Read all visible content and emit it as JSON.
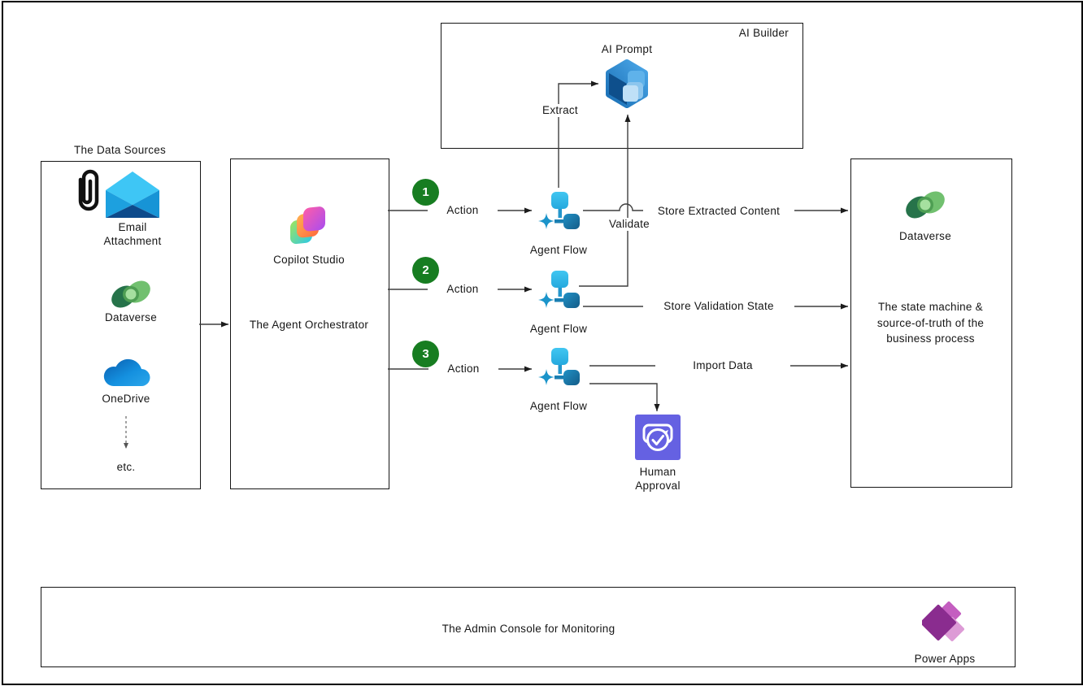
{
  "diagram": {
    "data_sources": {
      "title": "The Data Sources",
      "email": {
        "label": "Email Attachment"
      },
      "dataverse": {
        "label": "Dataverse"
      },
      "onedrive": {
        "label": "OneDrive"
      },
      "etc_label": "etc."
    },
    "copilot": {
      "product": "Copilot Studio",
      "role": "The Agent Orchestrator"
    },
    "ai_builder": {
      "box_label": "AI Builder",
      "node_label": "AI Prompt"
    },
    "steps": [
      {
        "number": "1",
        "action_label": "Action",
        "node_label": "Agent Flow"
      },
      {
        "number": "2",
        "action_label": "Action",
        "node_label": "Agent Flow"
      },
      {
        "number": "3",
        "action_label": "Action",
        "node_label": "Agent Flow"
      }
    ],
    "edges": {
      "extract": "Extract",
      "validate": "Validate",
      "store_extracted": "Store Extracted Content",
      "store_validation": "Store Validation State",
      "import_data": "Import Data"
    },
    "human_approval": {
      "label": "Human Approval"
    },
    "dataverse_store": {
      "product": "Dataverse",
      "description_lines": [
        "The state machine &",
        "source-of-truth of the",
        "business process"
      ]
    },
    "admin": {
      "label": "The Admin Console for Monitoring",
      "product": "Power Apps"
    },
    "icons": {
      "paperclip": "paperclip-icon",
      "email": "email-envelope-icon",
      "dataverse": "dataverse-icon",
      "onedrive": "onedrive-icon",
      "copilot_studio": "copilot-studio-icon",
      "ai_prompt": "ai-prompt-icon",
      "agent_flow": "agent-flow-icon",
      "human_approval": "human-approval-icon",
      "power_apps": "power-apps-icon"
    },
    "colors": {
      "step_badge_green": "#177D21",
      "connector_gray": "#3f3f3f",
      "human_approval_purple": "#6561E2",
      "agent_flow_blue": "#2BA3D8",
      "ai_prompt_blue": "#2380C8",
      "dataverse_green": "#4E9E53",
      "power_apps_purple": "#8A2C8F"
    }
  }
}
